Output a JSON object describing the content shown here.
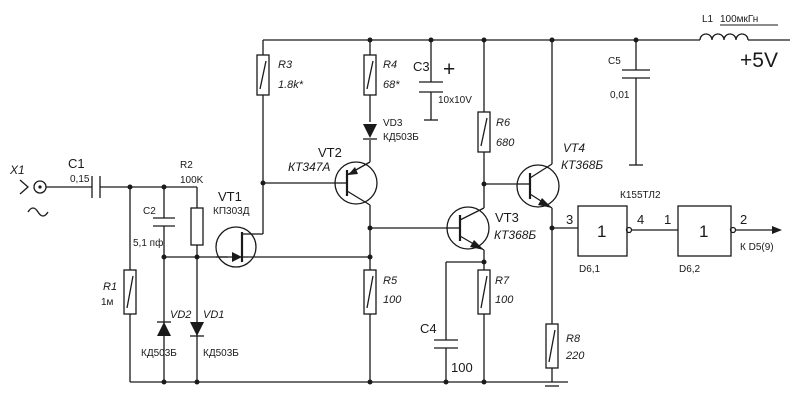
{
  "input": {
    "ref": "X1"
  },
  "C1": {
    "ref": "C1",
    "value": "0,15"
  },
  "R2": {
    "ref": "R2",
    "value": "100K"
  },
  "C2": {
    "ref": "C2",
    "value": "5,1 пф"
  },
  "R1": {
    "ref": "R1",
    "value": "1м"
  },
  "VD2": {
    "ref": "VD2",
    "value": "КД503Б"
  },
  "VD1": {
    "ref": "VD1",
    "value": "КД503Б"
  },
  "VT1": {
    "ref": "VT1",
    "value": "КП303Д"
  },
  "R3": {
    "ref": "R3",
    "value": "1.8k*"
  },
  "R4": {
    "ref": "R4",
    "value": "68*"
  },
  "VD3": {
    "ref": "VD3",
    "value": "КД503Б"
  },
  "C3": {
    "ref": "C3",
    "value": "10x10V",
    "polarity": "+"
  },
  "VT2": {
    "ref": "VT2",
    "value": "КТ347А"
  },
  "R5": {
    "ref": "R5",
    "value": "100"
  },
  "R6": {
    "ref": "R6",
    "value": "680"
  },
  "VT3": {
    "ref": "VT3",
    "value": "КТ368Б"
  },
  "R7": {
    "ref": "R7",
    "value": "100"
  },
  "C4": {
    "ref": "C4",
    "value": "100"
  },
  "VT4": {
    "ref": "VT4",
    "value": "КТ368Б"
  },
  "R8": {
    "ref": "R8",
    "value": "220"
  },
  "L1": {
    "ref": "L1",
    "value": "100мкГн"
  },
  "C5": {
    "ref": "C5",
    "value": "0,01"
  },
  "supply": {
    "label": "+5V"
  },
  "ic": {
    "type": "К155ТЛ2"
  },
  "gate1": {
    "ref": "D6,1",
    "symbol": "1",
    "pin_in": "3",
    "pin_out": "4"
  },
  "gate2": {
    "ref": "D6,2",
    "symbol": "1",
    "pin_in": "1",
    "pin_out": "2"
  },
  "output": {
    "label": "К D5(9)"
  }
}
